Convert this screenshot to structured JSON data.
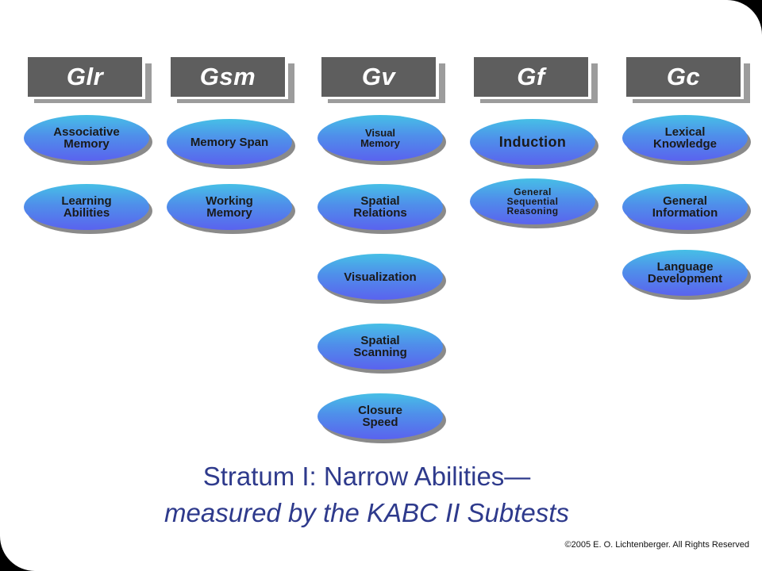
{
  "columns": [
    {
      "header": "Glr",
      "abilities": [
        "Associative\nMemory",
        "Learning\nAbilities"
      ]
    },
    {
      "header": "Gsm",
      "abilities": [
        "Memory Span",
        "Working\nMemory"
      ]
    },
    {
      "header": "Gv",
      "abilities": [
        "Visual\nMemory",
        "Spatial\nRelations",
        "Visualization",
        "Spatial\nScanning",
        "Closure\nSpeed"
      ]
    },
    {
      "header": "Gf",
      "abilities": [
        "Induction",
        "General\nSequential\nReasoning"
      ]
    },
    {
      "header": "Gc",
      "abilities": [
        "Lexical\nKnowledge",
        "General\nInformation",
        "Language\nDevelopment"
      ]
    }
  ],
  "title": {
    "line1": "Stratum I: Narrow Abilities—",
    "line2": "measured by the KABC II Subtests"
  },
  "copyright": "©2005 E. O. Lichtenberger.  All Rights Reserved",
  "colors": {
    "header_fill": "#5e5e5e",
    "oval_top": "#46bfe6",
    "oval_bottom": "#5a63ee",
    "title_text": "#2e3a8c",
    "background": "#000000"
  }
}
